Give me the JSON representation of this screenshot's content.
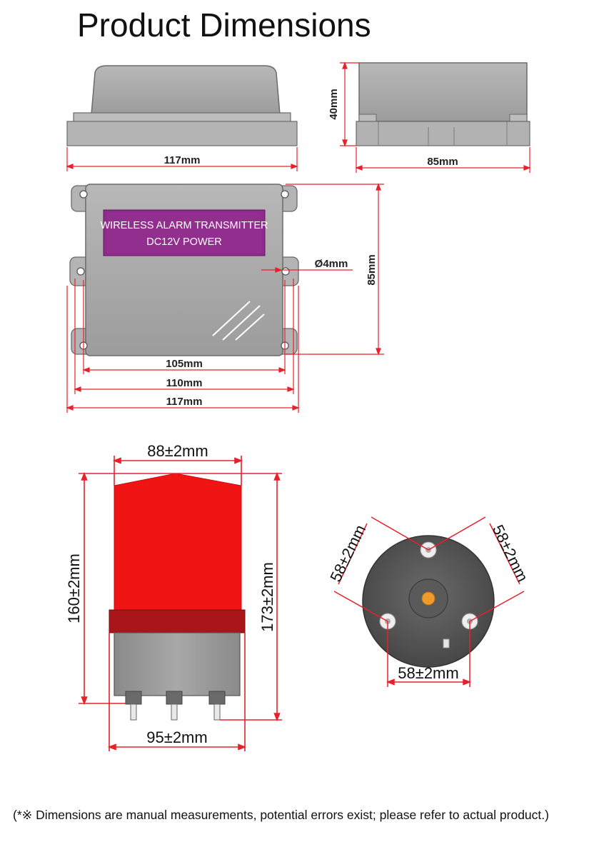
{
  "title": "Product Dimensions",
  "transmitter": {
    "label_line1": "WIRELESS ALARM TRANSMITTER",
    "label_line2": "DC12V POWER",
    "side_height": "40mm",
    "front_width": "117mm",
    "side_width": "85mm",
    "top_height": "85mm",
    "hole_diameter": "Ø4mm",
    "hole_spacing_105": "105mm",
    "hole_spacing_110": "110mm",
    "total_width": "117mm"
  },
  "siren": {
    "top_width": "88±2mm",
    "body_height": "160±2mm",
    "total_height": "173±2mm",
    "base_width": "95±2mm",
    "pin_spacing_left": "58±2mm",
    "pin_spacing_right": "58±2mm",
    "pin_spacing_bottom": "58±2mm"
  },
  "colors": {
    "dimension_line": "#e8202a",
    "siren_red": "#f01414",
    "band_red": "#a8161a",
    "housing_gray": "#a9a9a9",
    "label_purple": "#8e2b8d",
    "base_gray": "#4f4f4f"
  },
  "footnote": "(*※ Dimensions are manual measurements, potential errors exist; please refer to actual product.)"
}
